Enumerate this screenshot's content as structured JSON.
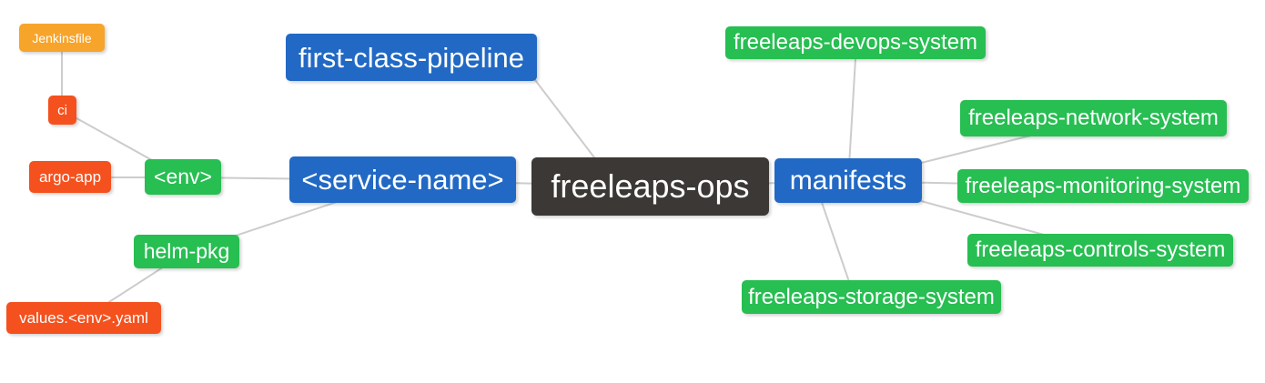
{
  "diagram": {
    "type": "mindmap",
    "root": "freeleaps-ops",
    "background": "#ffffff",
    "edge_color": "#cccccc",
    "palette": {
      "orange": "#f7a42b",
      "red": "#f4511e",
      "green": "#27be52",
      "blue": "#2169c4",
      "dark": "#3b3835",
      "node_text": "#ffffff"
    }
  },
  "nodes": {
    "jenkinsfile": {
      "label": "Jenkinsfile",
      "color": "orange"
    },
    "ci": {
      "label": "ci",
      "color": "red"
    },
    "argo_app": {
      "label": "argo-app",
      "color": "red"
    },
    "env": {
      "label": "<env>",
      "color": "green"
    },
    "helm_pkg": {
      "label": "helm-pkg",
      "color": "green"
    },
    "values_yaml": {
      "label": "values.<env>.yaml",
      "color": "red"
    },
    "first_class_pipeline": {
      "label": "first-class-pipeline",
      "color": "blue"
    },
    "service_name": {
      "label": "<service-name>",
      "color": "blue"
    },
    "freeleaps_ops": {
      "label": "freeleaps-ops",
      "color": "dark"
    },
    "manifests": {
      "label": "manifests",
      "color": "blue"
    },
    "devops_system": {
      "label": "freeleaps-devops-system",
      "color": "green"
    },
    "network_system": {
      "label": "freeleaps-network-system",
      "color": "green"
    },
    "monitoring_system": {
      "label": "freeleaps-monitoring-system",
      "color": "green"
    },
    "controls_system": {
      "label": "freeleaps-controls-system",
      "color": "green"
    },
    "storage_system": {
      "label": "freeleaps-storage-system",
      "color": "green"
    }
  },
  "edges": [
    [
      "jenkinsfile",
      "ci"
    ],
    [
      "ci",
      "env"
    ],
    [
      "argo_app",
      "env"
    ],
    [
      "env",
      "service_name"
    ],
    [
      "helm_pkg",
      "service_name"
    ],
    [
      "values_yaml",
      "helm_pkg"
    ],
    [
      "first_class_pipeline",
      "freeleaps_ops"
    ],
    [
      "service_name",
      "freeleaps_ops"
    ],
    [
      "freeleaps_ops",
      "manifests"
    ],
    [
      "manifests",
      "devops_system"
    ],
    [
      "manifests",
      "network_system"
    ],
    [
      "manifests",
      "monitoring_system"
    ],
    [
      "manifests",
      "controls_system"
    ],
    [
      "manifests",
      "storage_system"
    ]
  ]
}
